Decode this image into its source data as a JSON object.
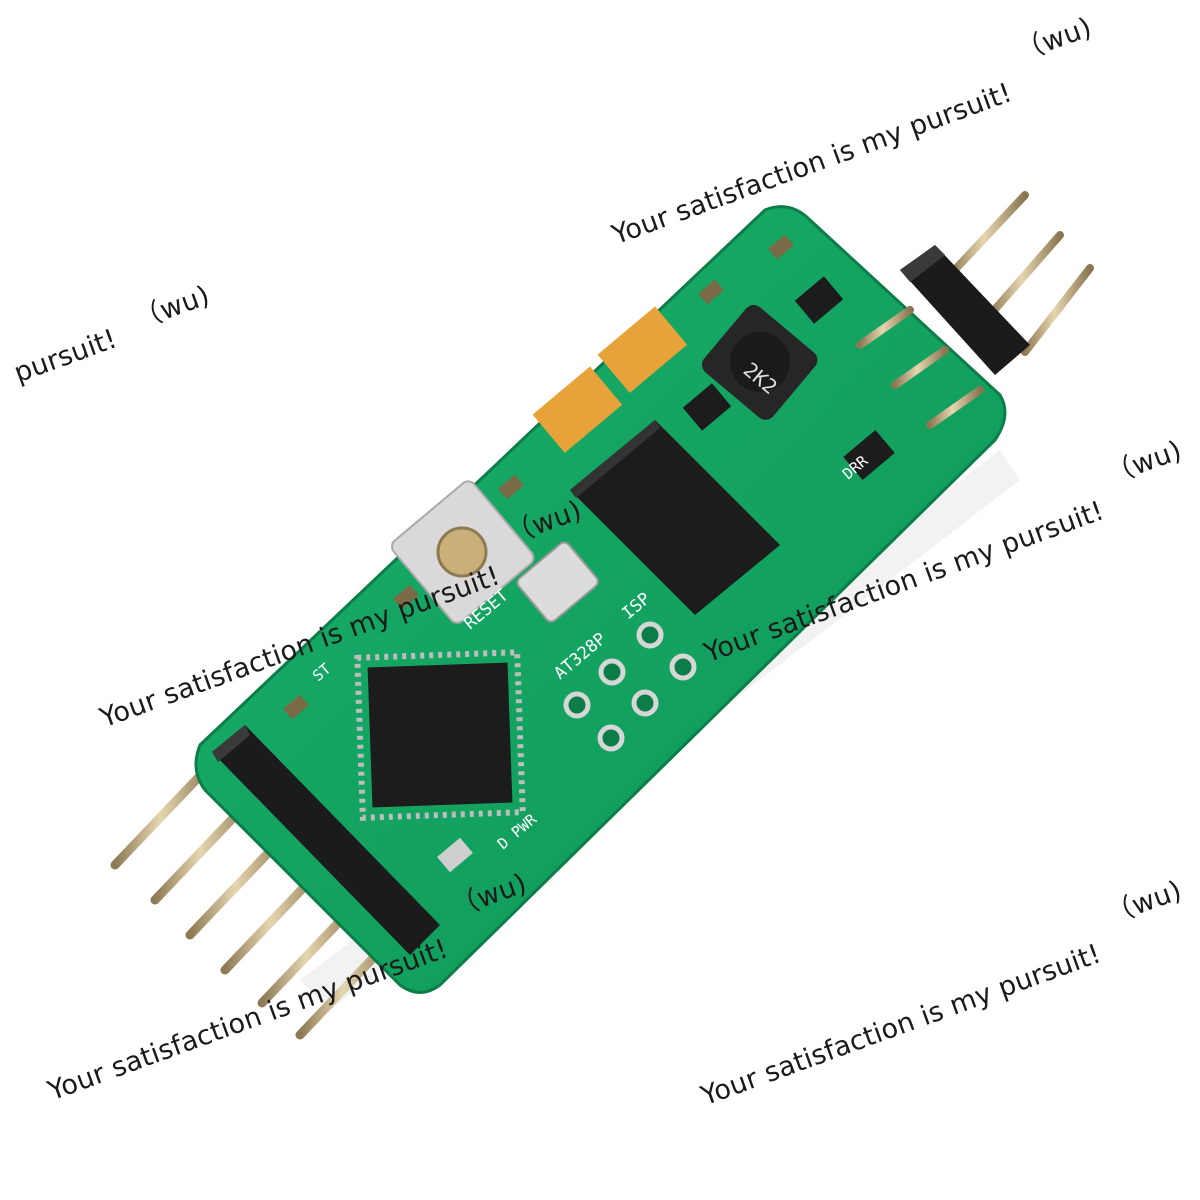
{
  "watermarks": {
    "slogan": "Your satisfaction is my pursuit",
    "slogan_tail": "pursuit!",
    "full_slogan": "Your satisfaction is my pursuit!",
    "tag": "（wu)"
  },
  "board_labels": {
    "reset": "RESET",
    "mcu": "AT328P",
    "isp": "ISP",
    "st": "ST",
    "pwr": "D PWR",
    "drr": "DRR",
    "inductor": "2K2"
  },
  "colors": {
    "pcb_green": "#14a862",
    "pcb_dark": "#0c7d49",
    "pin_gold": "#c9b48a",
    "header_black": "#1b1b1b",
    "chip_black": "#1c1c1c",
    "cap_orange": "#e8a23a",
    "background": "#ffffff"
  }
}
